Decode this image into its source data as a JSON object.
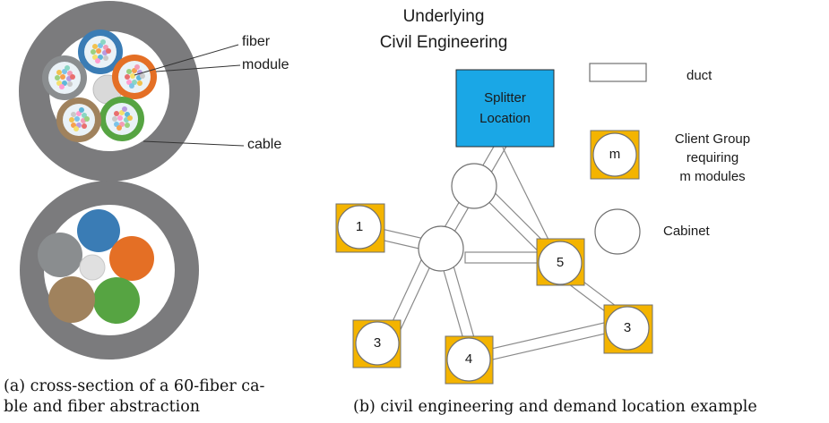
{
  "panel_a": {
    "labels": {
      "fiber": "fiber",
      "module": "module",
      "cable": "cable"
    },
    "caption_line1": "(a) cross-section of a 60-fiber ca-",
    "caption_line2": "ble and fiber abstraction",
    "colors": {
      "jacket": "#7b7b7d",
      "interior": "#ffffff",
      "core": "#e4e4e4",
      "blue": "#3a7cb5",
      "orange": "#e46f25",
      "green": "#56a442",
      "brown": "#a0825d",
      "gray": "#8a8d8f"
    }
  },
  "panel_b": {
    "title_line1": "Underlying",
    "title_line2": "Civil Engineering",
    "splitter_line1": "Splitter",
    "splitter_line2": "Location",
    "legend": {
      "duct": "duct",
      "client_group_line1": "Client Group",
      "client_group_line2": "requiring",
      "client_group_line3": "m modules",
      "client_group_symbol": "m",
      "cabinet": "Cabinet"
    },
    "client_groups": [
      "1",
      "5",
      "3",
      "4",
      "3"
    ],
    "caption": "(b) civil engineering and demand location example",
    "colors": {
      "splitter": "#1aa7e6",
      "client_square": "#f4b400",
      "duct_stroke": "#8a8a8a"
    }
  }
}
